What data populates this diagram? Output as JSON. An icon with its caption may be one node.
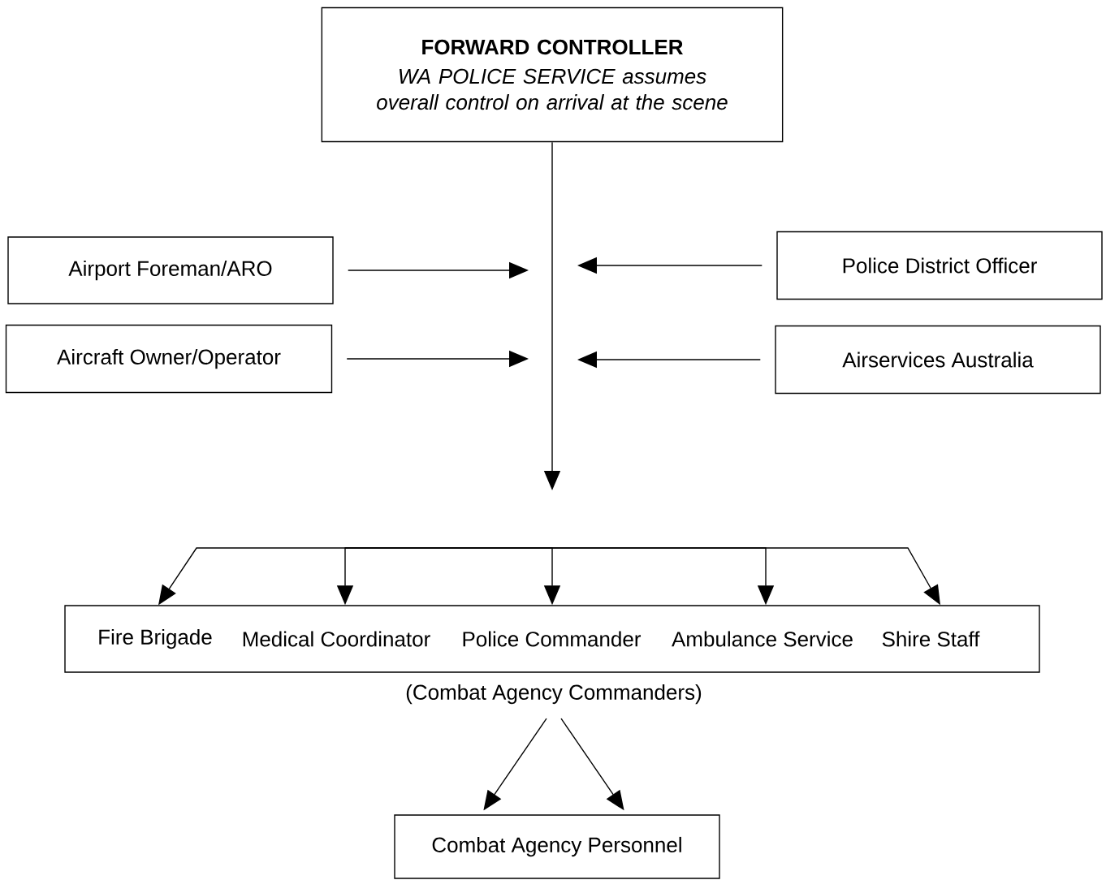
{
  "diagram": {
    "nodes": [
      {
        "text": [
          "FORWARD CONTROLLER",
          "WA POLICE SERVICE assumes overall control on arrival at the scene"
        ]
      },
      {
        "text": [
          "Airport Foreman/ARO"
        ]
      },
      {
        "text": [
          "Police District Officer"
        ]
      },
      {
        "text": [
          "Aircraft Owner/Operator"
        ]
      },
      {
        "text": [
          "Airservices Australia"
        ]
      },
      {
        "text": [],
        "shape": "box"
      },
      {
        "text": [
          "Fire Brigade"
        ],
        "in": 5
      },
      {
        "text": [
          "Medical Coordinator"
        ],
        "in": 5
      },
      {
        "text": [
          "Police Commander"
        ],
        "in": 5
      },
      {
        "text": [
          "Ambulance Service"
        ],
        "in": 5
      },
      {
        "text": [
          "Shire Staff"
        ],
        "in": 5
      },
      {
        "text": [
          "(Combat Agency Commanders)"
        ]
      },
      {
        "text": [
          "Combat Agency Personnel"
        ]
      }
    ],
    "edges": [
      {
        "from": 0,
        "to": null,
        "arrow": "to"
      },
      {
        "from": 1,
        "to": null,
        "arrow": "to"
      },
      {
        "from": 2,
        "to": null,
        "arrow": "to"
      },
      {
        "from": 3,
        "to": null,
        "arrow": "to"
      },
      {
        "from": 4,
        "to": null,
        "arrow": "to"
      },
      {
        "from": null,
        "to": 6,
        "arrow": "to"
      },
      {
        "from": null,
        "to": 7,
        "arrow": "to"
      },
      {
        "from": null,
        "to": 8,
        "arrow": "to"
      },
      {
        "from": null,
        "to": 9,
        "arrow": "to"
      },
      {
        "from": null,
        "to": 10,
        "arrow": "to"
      },
      {
        "from": 11,
        "to": 12,
        "arrow": "to"
      },
      {
        "from": 11,
        "to": 12,
        "arrow": "to"
      }
    ]
  }
}
